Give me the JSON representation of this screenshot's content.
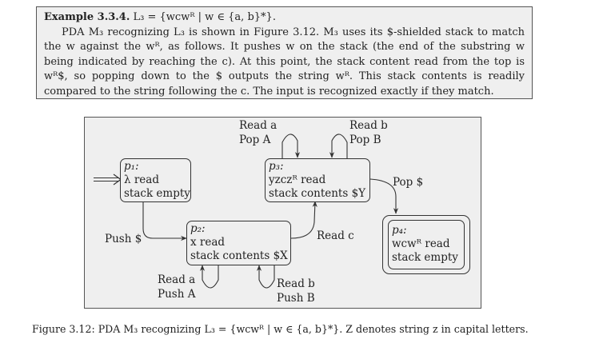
{
  "example": {
    "title": "Example 3.3.4.",
    "title_math": "L₃ = {wcwᴿ | w ∈ {a, b}*}.",
    "body": "PDA M₃ recognizing L₃ is shown in Figure 3.12. M₃ uses its $-shielded stack to match the w against the wᴿ, as follows. It pushes w on the stack (the end of the substring w being indicated by reaching the c). At this point, the stack content read from the top is wᴿ$, so popping down to the $ outputs the string wᴿ. This stack contents is readily compared to the string following the c. The input is recognized exactly if they match."
  },
  "diagram": {
    "states": {
      "p1": {
        "name": "p₁:",
        "line1": "λ read",
        "line2": "stack empty"
      },
      "p2": {
        "name": "p₂:",
        "line1": "x read",
        "line2": "stack contents $X"
      },
      "p3": {
        "name": "p₃:",
        "line1": "yzczᴿ read",
        "line2": "stack contents $Y"
      },
      "p4": {
        "name": "p₄:",
        "line1": "wcwᴿ read",
        "line2": "stack empty"
      }
    },
    "edges": {
      "p1_p2": "Push $",
      "p2_p3": "Read c",
      "p3_p4": "Pop $",
      "loop_p2_a": {
        "read": "Read a",
        "action": "Push A"
      },
      "loop_p2_b": {
        "read": "Read b",
        "action": "Push B"
      },
      "loop_p3_a": {
        "read": "Read a",
        "action": "Pop A"
      },
      "loop_p3_b": {
        "read": "Read b",
        "action": "Pop B"
      }
    },
    "start_state": "p1",
    "accept_state": "p4"
  },
  "caption": "Figure 3.12: PDA M₃ recognizing L₃ = {wcwᴿ | w ∈ {a, b}*}. Z denotes string z in capital letters."
}
